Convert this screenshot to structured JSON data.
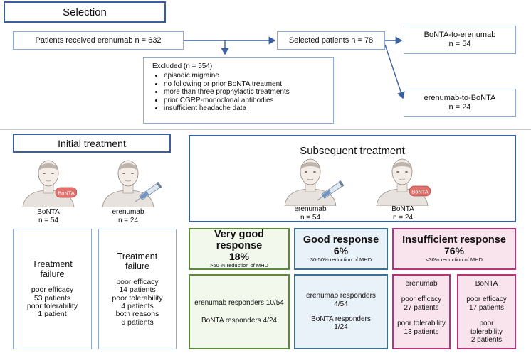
{
  "selection": {
    "title": "Selection",
    "patients_received": "Patients received erenumab n = 632",
    "selected_patients": "Selected patients n = 78",
    "group_b2e": {
      "name": "BoNTA-to-erenumab",
      "n": "n = 54"
    },
    "group_e2b": {
      "name": "erenumab-to-BoNTA",
      "n": "n = 24"
    },
    "excluded": {
      "title": "Excluded  (n = 554)",
      "items": [
        "episodic migraine",
        "no following or prior BoNTA treatment",
        "more than three prophylactic treatments",
        "prior CGRP-monoclonal antibodies",
        "insufficient headache data"
      ]
    }
  },
  "initial": {
    "title": "Initial treatment",
    "patients": [
      {
        "badge": "BoNTA",
        "label": "BoNTA",
        "n": "n = 54"
      },
      {
        "label": "erenumab",
        "n": "n = 24"
      }
    ],
    "failure_bonta": [
      "Treatment",
      "failure",
      "",
      "poor efficacy",
      "53 patients",
      "poor tolerability",
      "1 patient"
    ],
    "failure_erenumab": [
      "Treatment",
      "failure",
      "",
      "poor efficacy",
      "14 patients",
      "poor tolerability",
      "4 patients",
      "both reasons",
      "6 patients"
    ]
  },
  "subsequent": {
    "title": "Subsequent treatment",
    "patients": [
      {
        "label": "erenumab",
        "n": "n = 54"
      },
      {
        "badge": "BoNTA",
        "label": "BoNTA",
        "n": "n = 24"
      }
    ]
  },
  "responses": {
    "very_good": {
      "title": "Very good response",
      "pct": "18%",
      "sub": ">50 % reduction of MHD",
      "detail1": "erenumab responders 10/54",
      "detail2": "BoNTA responders 4/24",
      "color": "#5a8a3a"
    },
    "good": {
      "title": "Good response",
      "pct": "6%",
      "sub": "30-50% reduction of MHD",
      "detail1a": "erenumab responders",
      "detail1b": "4/54",
      "detail2a": "BoNTA responders",
      "detail2b": "1/24",
      "color": "#3f6f8f"
    },
    "insufficient": {
      "title": "Insufficient response",
      "pct": "76%",
      "sub": "<30% reduction of MHD",
      "color": "#b5337a",
      "erenumab": [
        "erenumab",
        "",
        "poor efficacy",
        "27 patients",
        "",
        "poor tolerability",
        "13 patients"
      ],
      "bonta": [
        "BoNTA",
        "",
        "poor efficacy",
        "17 patients",
        "",
        "poor",
        "tolerability",
        "2 patients"
      ]
    }
  }
}
